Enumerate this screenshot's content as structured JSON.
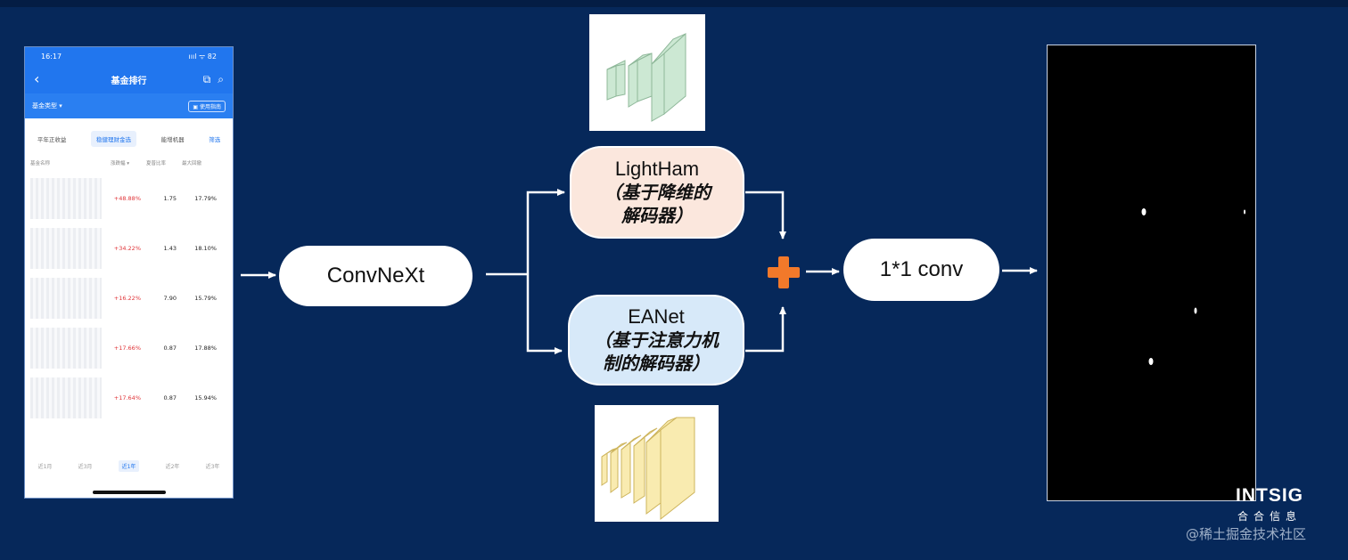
{
  "phone": {
    "status_time": "16:17",
    "status_icons": "ıııl ᯤ 82",
    "title": "基金排行",
    "filter_label": "基金类型 ▾",
    "filter_tag": "▣ 使用指南",
    "tabs": [
      "平年正收益",
      "稳健理财金选",
      "能增机器",
      "筛选"
    ],
    "columns": [
      "基金名称",
      "涨跌幅 ▾",
      "夏普比率",
      "最大回撤"
    ],
    "rows": [
      {
        "change": "+48.88%",
        "sharpe": "1.75",
        "drawdown": "17.79%"
      },
      {
        "change": "+34.22%",
        "sharpe": "1.43",
        "drawdown": "18.10%"
      },
      {
        "change": "+16.22%",
        "sharpe": "7.90",
        "drawdown": "15.79%"
      },
      {
        "change": "+17.66%",
        "sharpe": "0.87",
        "drawdown": "17.88%"
      },
      {
        "change": "+17.64%",
        "sharpe": "0.87",
        "drawdown": "15.94%"
      }
    ],
    "periods": [
      "近1月",
      "近3月",
      "近1年",
      "近2年",
      "近3年"
    ],
    "selected_period_index": 2
  },
  "nodes": {
    "backbone": "ConvNeXt",
    "decoder_a_name": "LightHam",
    "decoder_a_desc_1": "（基于降维的",
    "decoder_a_desc_2": "解码器）",
    "decoder_b_name": "EANet",
    "decoder_b_desc_1": "（基于注意力机",
    "decoder_b_desc_2": "制的解码器）",
    "head": "1*1 conv"
  },
  "brand": {
    "name": "INTSIG",
    "sub": "合合信息"
  },
  "watermark": "@稀土掘金技术社区",
  "colors": {
    "background": "#06285a",
    "plus": "#f2792a",
    "lightham_fill": "#fbe7dd",
    "eanet_fill": "#d7e9f9",
    "thumb_green": "#cce8d3",
    "thumb_yellow": "#f9ebb0"
  }
}
